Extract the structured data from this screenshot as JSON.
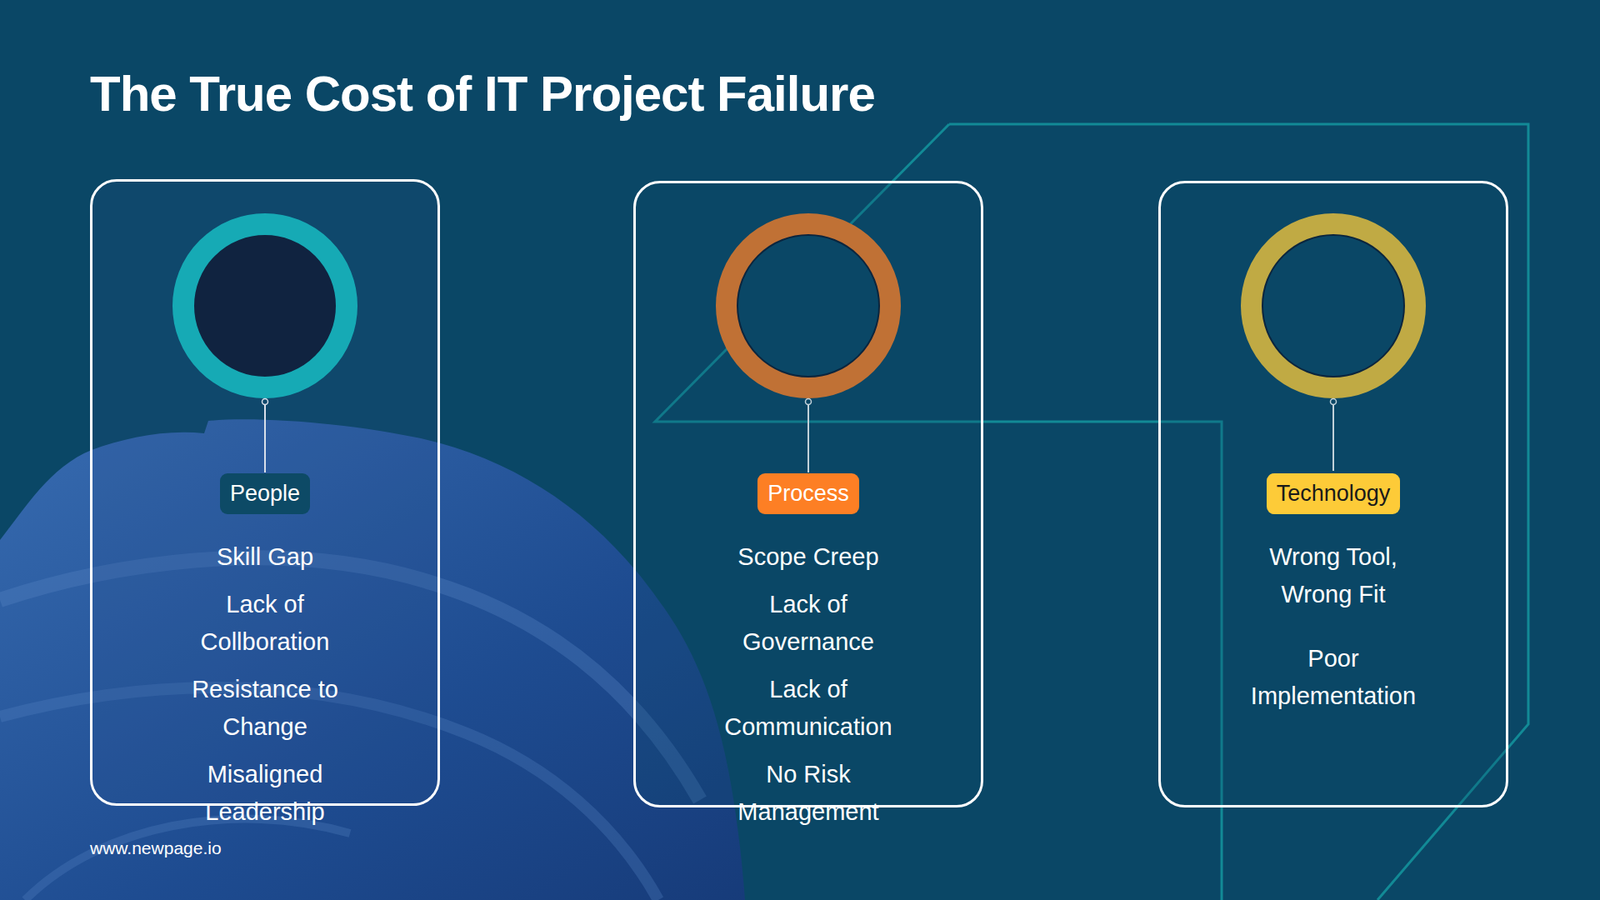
{
  "diagram": {
    "title": "The True Cost of IT Project Failure",
    "nodes": [
      {
        "text": [
          "Skill Gap",
          "Lack of Collboration",
          "Resistance to Change",
          "Misaligned Leadership"
        ]
      },
      {
        "text": [
          "People"
        ],
        "in": 0
      },
      {
        "text": [
          "Scope Creep",
          "Lack of Governance",
          "Lack of Communication",
          "No Risk Management"
        ]
      },
      {
        "text": [
          "Process"
        ],
        "in": 2
      },
      {
        "text": [
          "Wrong Tool, Wrong Fit",
          "Poor Implementation"
        ]
      },
      {
        "text": [
          "Technology"
        ],
        "in": 4
      }
    ],
    "labels": [
      "www.newpage.io"
    ]
  }
}
